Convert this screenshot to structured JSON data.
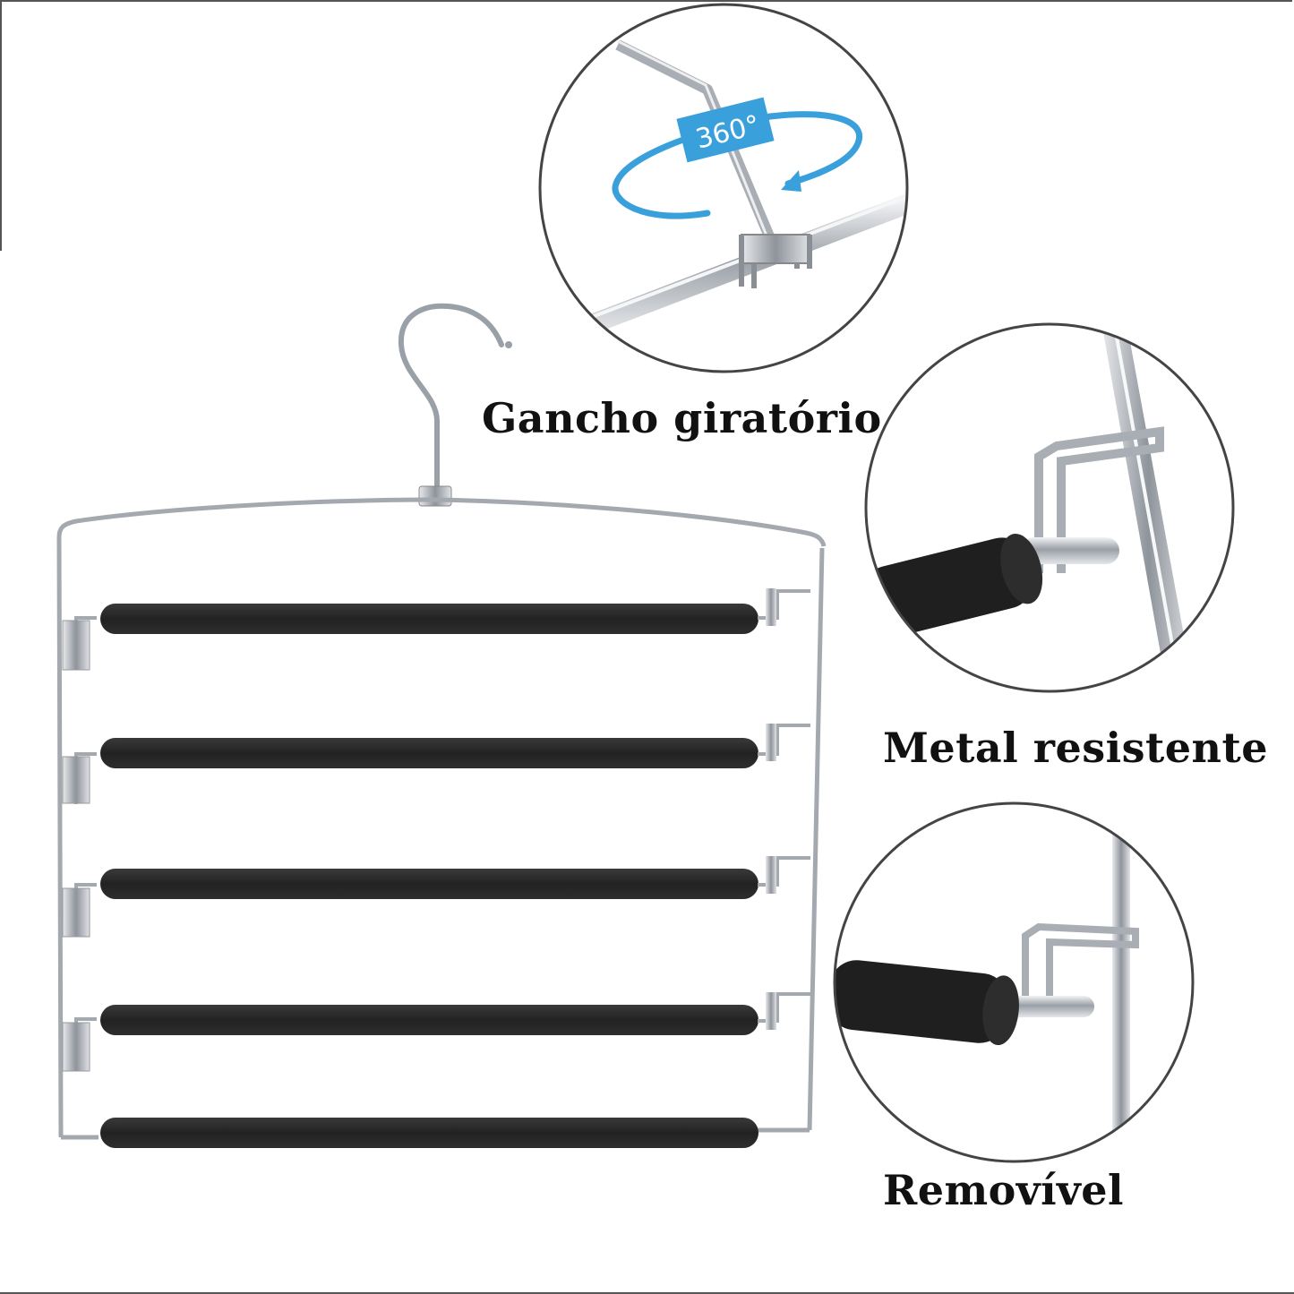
{
  "captions": {
    "swivel_hook": "Gancho giratório",
    "strong_metal": "Metal resistente",
    "removable": "Removível"
  },
  "badge": {
    "rotation": "360°"
  },
  "product": {
    "bars": 5
  },
  "colors": {
    "chrome": "#b8bcc2",
    "foam": "#2a2a2a",
    "badge_blue": "#3aa0dc"
  }
}
